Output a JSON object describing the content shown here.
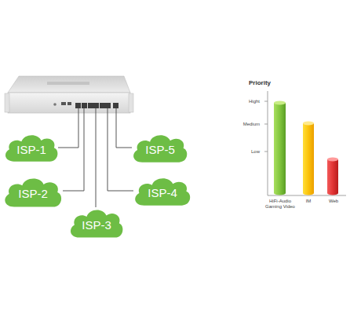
{
  "diagram": {
    "title": "Priority",
    "nodes": [
      {
        "text": [
          "ISP-1"
        ]
      },
      {
        "text": [
          "ISP-2"
        ]
      },
      {
        "text": [
          "ISP-3"
        ]
      },
      {
        "text": [
          "ISP-4"
        ]
      },
      {
        "text": [
          "ISP-5"
        ]
      }
    ],
    "labels": [
      "Hight",
      "Medium",
      "Low",
      "HiFi-Audio Gaming Video",
      "IM",
      "Web"
    ]
  }
}
